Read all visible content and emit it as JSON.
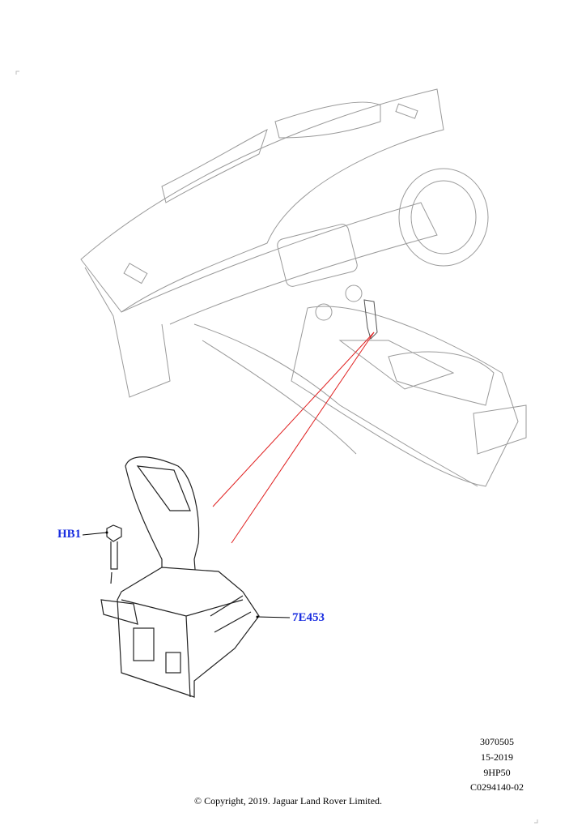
{
  "callouts": {
    "bolt": "HB1",
    "selector": "7E453"
  },
  "reference": {
    "line1": "3070505",
    "line2": "15-2019",
    "line3": "9HP50",
    "line4": "C0294140-02"
  },
  "copyright": "© Copyright, 2019. Jaguar Land Rover Limited.",
  "colors": {
    "callout": "#1a2ee0",
    "leader": "#e02020",
    "drawing": "#555555"
  }
}
